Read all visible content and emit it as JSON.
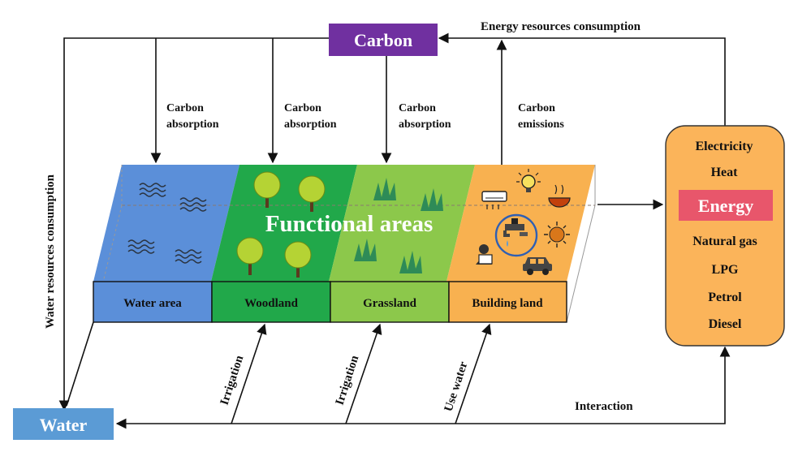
{
  "nodes": {
    "carbon": "Carbon",
    "water": "Water",
    "energy": "Energy"
  },
  "functional_title": "Functional areas",
  "areas": [
    "Water area",
    "Woodland",
    "Grassland",
    "Building land"
  ],
  "carbon_flows": [
    [
      "Carbon",
      "absorption"
    ],
    [
      "Carbon",
      "absorption"
    ],
    [
      "Carbon",
      "absorption"
    ],
    [
      "Carbon",
      "emissions"
    ]
  ],
  "energy_items": [
    "Electricity",
    "Heat",
    "Natural gas",
    "LPG",
    "Petrol",
    "Diesel"
  ],
  "labels": {
    "energy_consumption": "Energy resources consumption",
    "water_consumption": "Water resources consumption",
    "irrigation_1": "Irrigation",
    "irrigation_2": "Irrigation",
    "use_water": "Use water",
    "interaction": "Interaction"
  },
  "colors": {
    "carbon_box": "#7030a0",
    "water_box": "#5b9bd5",
    "energy_panel": "#fbb45a",
    "energy_box": "#e8566b",
    "water_area": "#5b8fd9",
    "woodland": "#21a84a",
    "grassland": "#8cc84b",
    "building_land": "#f8b150"
  }
}
